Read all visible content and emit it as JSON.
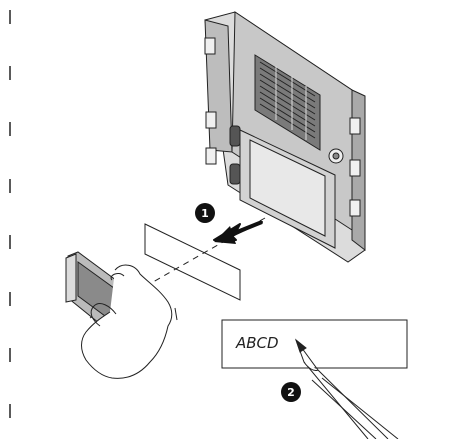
{
  "steps": [
    {
      "number": "1"
    },
    {
      "number": "2"
    }
  ],
  "label_card": {
    "text": "ABCD"
  }
}
